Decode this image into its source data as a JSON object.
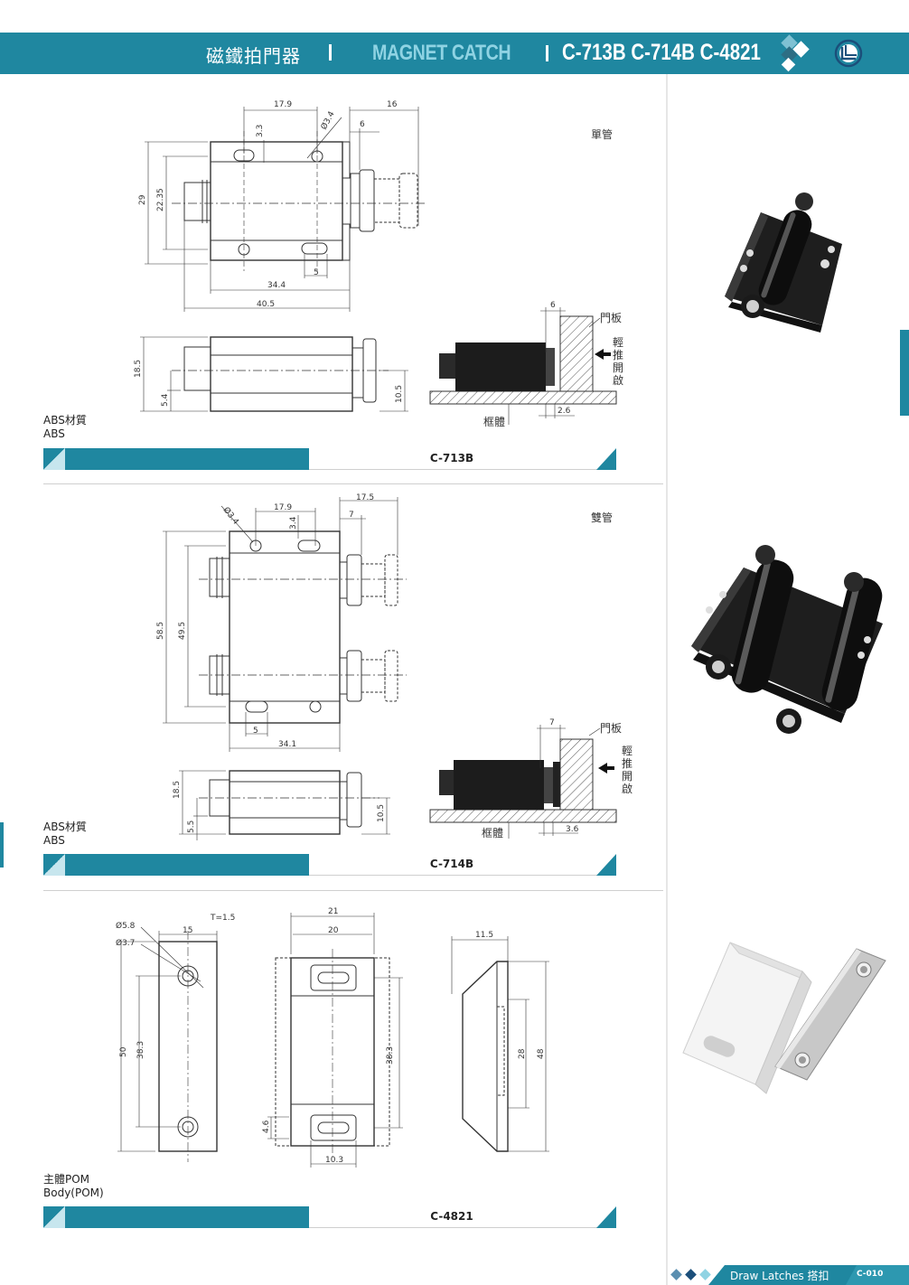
{
  "header": {
    "title_cn": "磁鐵拍門器",
    "title_en": "MAGNET CATCH",
    "models": "C-713B C-714B C-4821"
  },
  "section1": {
    "model": "C-713B",
    "type_label": "單管",
    "material_cn": "ABS材質",
    "material_en": "ABS",
    "door_label": "門板",
    "push_label": "輕推開啟",
    "frame_label": "框體",
    "dims": {
      "d_17_9": "17.9",
      "d_16": "16",
      "d_phi34": "Ø3.4",
      "d_6": "6",
      "d_3_3": "3.3",
      "d_29": "29",
      "d_22_35": "22.35",
      "d_5": "5",
      "d_34_4": "34.4",
      "d_40_5": "40.5",
      "d_18_5": "18.5",
      "d_5_4": "5.4",
      "d_10_5": "10.5",
      "d_6b": "6",
      "d_2_6": "2.6"
    }
  },
  "section2": {
    "model": "C-714B",
    "type_label": "雙管",
    "material_cn": "ABS材質",
    "material_en": "ABS",
    "door_label": "門板",
    "push_label": "輕推開啟",
    "frame_label": "框體",
    "dims": {
      "d_phi34": "Ø3.4",
      "d_17_9": "17.9",
      "d_3_4": "3.4",
      "d_17_5": "17.5",
      "d_7": "7",
      "d_58_5": "58.5",
      "d_49_5": "49.5",
      "d_5": "5",
      "d_34_1": "34.1",
      "d_18_5": "18.5",
      "d_5_5": "5.5",
      "d_10_5": "10.5",
      "d_7b": "7",
      "d_3_6": "3.6"
    }
  },
  "section3": {
    "model": "C-4821",
    "material_cn": "主體POM",
    "material_en": "Body(POM)",
    "dims": {
      "d_t15": "T=1.5",
      "d_phi58": "Ø5.8",
      "d_phi37": "Ø3.7",
      "d_15": "15",
      "d_50": "50",
      "d_38_3a": "38.3",
      "d_21": "21",
      "d_20": "20",
      "d_38_3b": "38.3",
      "d_4_6": "4.6",
      "d_10_3": "10.3",
      "d_11_5": "11.5",
      "d_28": "28",
      "d_48": "48"
    }
  },
  "footer": {
    "label": "Draw Latches 搭扣",
    "page": "C-010"
  },
  "colors": {
    "brand": "#1f87a0",
    "brand_light": "#8fd3e3",
    "photo_dark": "#2b2b2b",
    "photo_white": "#f2f2f2"
  }
}
